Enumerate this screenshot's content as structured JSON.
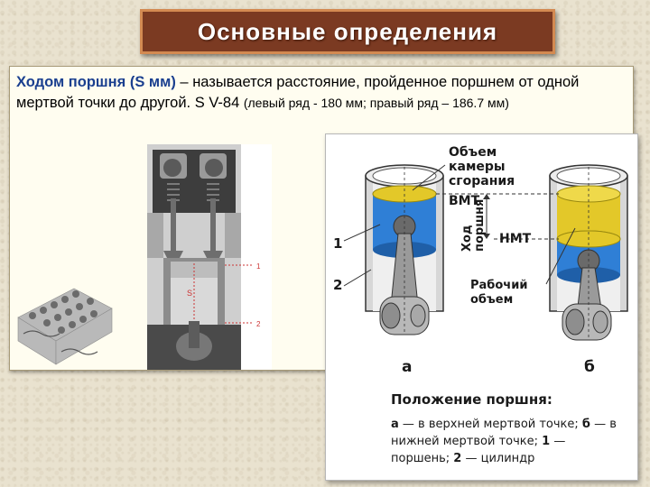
{
  "title": "Основные определения",
  "definition": {
    "term": "Ходом поршня",
    "unit": "(S мм)",
    "text": " – называется расстояние, пройденное поршнем от одной мертвой точки до другой. S V-84 ",
    "note": "(левый ряд - 180 мм; правый ряд – 186.7 мм)"
  },
  "cylinder_diagram": {
    "label_s": "S",
    "label_1": "1",
    "label_2": "2"
  },
  "piston_diagram": {
    "label_chamber": "Объем камеры сгорания",
    "label_vmt": "ВМТ",
    "label_stroke": "Ход поршня",
    "label_nmt": "НМТ",
    "label_working": "Рабочий объем",
    "label_1": "1",
    "label_2": "2",
    "label_a": "а",
    "label_b": "б",
    "caption_title": "Положение поршня:",
    "caption_a": "а",
    "caption_a_text": " — в верхней мертвой точке; ",
    "caption_b": "б",
    "caption_b_text": " — в нижней мертвой точке; ",
    "caption_1": "1",
    "caption_1_text": " — поршень; ",
    "caption_2": "2",
    "caption_2_text": " — цилиндр"
  },
  "colors": {
    "title_bg": "#7b3a22",
    "title_border": "#d38a52",
    "term": "#1a3f8f",
    "piston_blue": "#2f7fd6",
    "chamber_yellow": "#e3c829"
  }
}
